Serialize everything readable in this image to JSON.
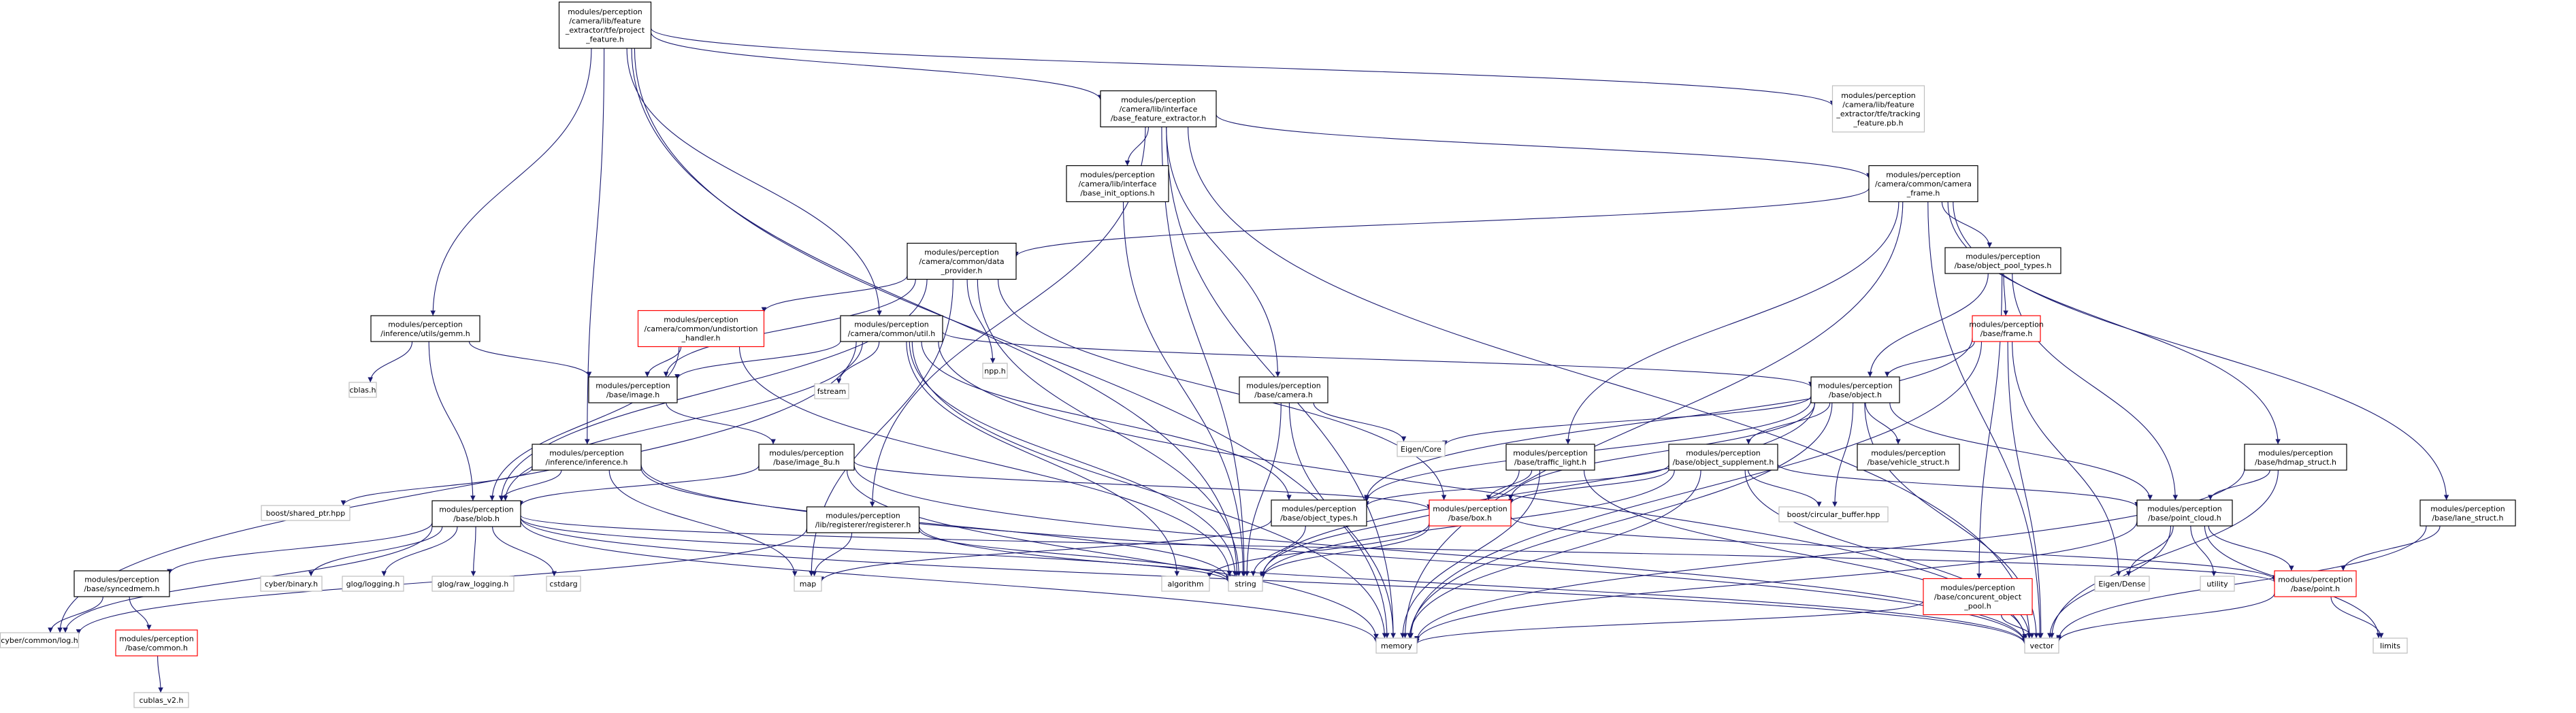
{
  "diagram": {
    "type": "include-dependency-graph",
    "colors": {
      "edge": "#191970",
      "root_fill": "#bfbfbf",
      "root_stroke": "#000000",
      "documented_stroke": "#000000",
      "external_stroke": "#bfbfbf",
      "truncated_stroke": "#ff0000",
      "external_text": "#444444"
    },
    "nodes": [
      {
        "id": "project_feature",
        "kind": "root",
        "lines": [
          "modules/perception",
          "/camera/lib/feature",
          "_extractor/tfe/project",
          "_feature.h"
        ]
      },
      {
        "id": "tracking_pb",
        "kind": "external",
        "lines": [
          "modules/perception",
          "/camera/lib/feature",
          "_extractor/tfe/tracking",
          "_feature.pb.h"
        ]
      },
      {
        "id": "base_feature_extractor",
        "kind": "documented",
        "lines": [
          "modules/perception",
          "/camera/lib/interface",
          "/base_feature_extractor.h"
        ]
      },
      {
        "id": "base_init_options",
        "kind": "documented",
        "lines": [
          "modules/perception",
          "/camera/lib/interface",
          "/base_init_options.h"
        ]
      },
      {
        "id": "camera_frame",
        "kind": "documented",
        "lines": [
          "modules/perception",
          "/camera/common/camera",
          "_frame.h"
        ]
      },
      {
        "id": "data_provider",
        "kind": "documented",
        "lines": [
          "modules/perception",
          "/camera/common/data",
          "_provider.h"
        ]
      },
      {
        "id": "object_pool_types",
        "kind": "documented",
        "lines": [
          "modules/perception",
          "/base/object_pool_types.h"
        ]
      },
      {
        "id": "gemm",
        "kind": "documented",
        "lines": [
          "modules/perception",
          "/inference/utils/gemm.h"
        ]
      },
      {
        "id": "undistortion_handler",
        "kind": "truncated",
        "lines": [
          "modules/perception",
          "/camera/common/undistortion",
          "_handler.h"
        ]
      },
      {
        "id": "npp",
        "kind": "external",
        "lines": [
          "npp.h"
        ]
      },
      {
        "id": "camera_util",
        "kind": "documented",
        "lines": [
          "modules/perception",
          "/camera/common/util.h"
        ]
      },
      {
        "id": "base_frame",
        "kind": "truncated",
        "lines": [
          "modules/perception",
          "/base/frame.h"
        ]
      },
      {
        "id": "cblas",
        "kind": "external",
        "lines": [
          "cblas.h"
        ]
      },
      {
        "id": "base_image",
        "kind": "documented",
        "lines": [
          "modules/perception",
          "/base/image.h"
        ]
      },
      {
        "id": "fstream",
        "kind": "external",
        "lines": [
          "fstream"
        ]
      },
      {
        "id": "base_camera",
        "kind": "documented",
        "lines": [
          "modules/perception",
          "/base/camera.h"
        ]
      },
      {
        "id": "base_object",
        "kind": "documented",
        "lines": [
          "modules/perception",
          "/base/object.h"
        ]
      },
      {
        "id": "eigen_core",
        "kind": "external",
        "lines": [
          "Eigen/Core"
        ]
      },
      {
        "id": "inference",
        "kind": "documented",
        "lines": [
          "modules/perception",
          "/inference/inference.h"
        ]
      },
      {
        "id": "image_8u",
        "kind": "documented",
        "lines": [
          "modules/perception",
          "/base/image_8u.h"
        ]
      },
      {
        "id": "traffic_light",
        "kind": "documented",
        "lines": [
          "modules/perception",
          "/base/traffic_light.h"
        ]
      },
      {
        "id": "object_supplement",
        "kind": "documented",
        "lines": [
          "modules/perception",
          "/base/object_supplement.h"
        ]
      },
      {
        "id": "vehicle_struct",
        "kind": "documented",
        "lines": [
          "modules/perception",
          "/base/vehicle_struct.h"
        ]
      },
      {
        "id": "hdmap_struct",
        "kind": "documented",
        "lines": [
          "modules/perception",
          "/base/hdmap_struct.h"
        ]
      },
      {
        "id": "lane_struct",
        "kind": "documented",
        "lines": [
          "modules/perception",
          "/base/lane_struct.h"
        ]
      },
      {
        "id": "boost_shared_ptr",
        "kind": "external",
        "lines": [
          "boost/shared_ptr.hpp"
        ]
      },
      {
        "id": "base_blob",
        "kind": "documented",
        "lines": [
          "modules/perception",
          "/base/blob.h"
        ]
      },
      {
        "id": "registerer",
        "kind": "documented",
        "lines": [
          "modules/perception",
          "/lib/registerer/registerer.h"
        ]
      },
      {
        "id": "object_types",
        "kind": "documented",
        "lines": [
          "modules/perception",
          "/base/object_types.h"
        ]
      },
      {
        "id": "base_box",
        "kind": "truncated",
        "lines": [
          "modules/perception",
          "/base/box.h"
        ]
      },
      {
        "id": "circular_buffer",
        "kind": "external",
        "lines": [
          "boost/circular_buffer.hpp"
        ]
      },
      {
        "id": "point_cloud",
        "kind": "documented",
        "lines": [
          "modules/perception",
          "/base/point_cloud.h"
        ]
      },
      {
        "id": "syncedmem",
        "kind": "documented",
        "lines": [
          "modules/perception",
          "/base/syncedmem.h"
        ]
      },
      {
        "id": "cyber_binary",
        "kind": "external",
        "lines": [
          "cyber/binary.h"
        ]
      },
      {
        "id": "glog_logging",
        "kind": "external",
        "lines": [
          "glog/logging.h"
        ]
      },
      {
        "id": "glog_raw_logging",
        "kind": "external",
        "lines": [
          "glog/raw_logging.h"
        ]
      },
      {
        "id": "cstdarg",
        "kind": "external",
        "lines": [
          "cstdarg"
        ]
      },
      {
        "id": "map",
        "kind": "external",
        "lines": [
          "map"
        ]
      },
      {
        "id": "algorithm",
        "kind": "external",
        "lines": [
          "algorithm"
        ]
      },
      {
        "id": "string",
        "kind": "external",
        "lines": [
          "string"
        ]
      },
      {
        "id": "eigen_dense",
        "kind": "external",
        "lines": [
          "Eigen/Dense"
        ]
      },
      {
        "id": "utility",
        "kind": "external",
        "lines": [
          "utility"
        ]
      },
      {
        "id": "base_point",
        "kind": "truncated",
        "lines": [
          "modules/perception",
          "/base/point.h"
        ]
      },
      {
        "id": "concurrent_object_pool",
        "kind": "truncated",
        "lines": [
          "modules/perception",
          "/base/concurent_object",
          "_pool.h"
        ]
      },
      {
        "id": "cyber_log",
        "kind": "external",
        "lines": [
          "cyber/common/log.h"
        ]
      },
      {
        "id": "base_common",
        "kind": "truncated",
        "lines": [
          "modules/perception",
          "/base/common.h"
        ]
      },
      {
        "id": "memory",
        "kind": "external",
        "lines": [
          "memory"
        ]
      },
      {
        "id": "vector",
        "kind": "external",
        "lines": [
          "vector"
        ]
      },
      {
        "id": "limits",
        "kind": "external",
        "lines": [
          "limits"
        ]
      },
      {
        "id": "cublas_v2",
        "kind": "external",
        "lines": [
          "cublas_v2.h"
        ]
      }
    ],
    "edges": [
      [
        "project_feature",
        "tracking_pb"
      ],
      [
        "project_feature",
        "base_feature_extractor"
      ],
      [
        "project_feature",
        "gemm"
      ],
      [
        "project_feature",
        "camera_util"
      ],
      [
        "project_feature",
        "inference"
      ],
      [
        "project_feature",
        "memory"
      ],
      [
        "project_feature",
        "string"
      ],
      [
        "base_feature_extractor",
        "base_init_options"
      ],
      [
        "base_feature_extractor",
        "camera_frame"
      ],
      [
        "base_feature_extractor",
        "base_camera"
      ],
      [
        "base_feature_extractor",
        "registerer"
      ],
      [
        "base_feature_extractor",
        "string"
      ],
      [
        "base_feature_extractor",
        "memory"
      ],
      [
        "base_feature_extractor",
        "vector"
      ],
      [
        "base_init_options",
        "string"
      ],
      [
        "camera_frame",
        "data_provider"
      ],
      [
        "camera_frame",
        "object_pool_types"
      ],
      [
        "camera_frame",
        "traffic_light"
      ],
      [
        "camera_frame",
        "hdmap_struct"
      ],
      [
        "camera_frame",
        "lane_struct"
      ],
      [
        "camera_frame",
        "memory"
      ],
      [
        "camera_frame",
        "vector"
      ],
      [
        "data_provider",
        "undistortion_handler"
      ],
      [
        "data_provider",
        "npp"
      ],
      [
        "data_provider",
        "base_image"
      ],
      [
        "data_provider",
        "base_blob"
      ],
      [
        "data_provider",
        "base_box"
      ],
      [
        "data_provider",
        "map"
      ],
      [
        "data_provider",
        "string"
      ],
      [
        "object_pool_types",
        "base_frame"
      ],
      [
        "object_pool_types",
        "base_object"
      ],
      [
        "object_pool_types",
        "point_cloud"
      ],
      [
        "object_pool_types",
        "concurrent_object_pool"
      ],
      [
        "gemm",
        "cblas"
      ],
      [
        "gemm",
        "base_image"
      ],
      [
        "gemm",
        "base_blob"
      ],
      [
        "undistortion_handler",
        "base_image"
      ],
      [
        "undistortion_handler",
        "base_blob"
      ],
      [
        "undistortion_handler",
        "string"
      ],
      [
        "camera_util",
        "base_image"
      ],
      [
        "camera_util",
        "fstream"
      ],
      [
        "camera_util",
        "base_object"
      ],
      [
        "camera_util",
        "object_types"
      ],
      [
        "camera_util",
        "base_blob"
      ],
      [
        "camera_util",
        "cyber_log"
      ],
      [
        "camera_util",
        "algorithm"
      ],
      [
        "camera_util",
        "string"
      ],
      [
        "camera_util",
        "memory"
      ],
      [
        "camera_util",
        "vector"
      ],
      [
        "base_frame",
        "base_object"
      ],
      [
        "base_frame",
        "object_types"
      ],
      [
        "base_frame",
        "eigen_dense"
      ],
      [
        "base_frame",
        "memory"
      ],
      [
        "base_frame",
        "vector"
      ],
      [
        "base_image",
        "image_8u"
      ],
      [
        "base_camera",
        "eigen_core"
      ],
      [
        "base_camera",
        "string"
      ],
      [
        "base_camera",
        "memory"
      ],
      [
        "base_object",
        "eigen_core"
      ],
      [
        "base_object",
        "vehicle_struct"
      ],
      [
        "base_object",
        "object_supplement"
      ],
      [
        "base_object",
        "object_types"
      ],
      [
        "base_object",
        "point_cloud"
      ],
      [
        "base_object",
        "circular_buffer"
      ],
      [
        "base_object",
        "base_box"
      ],
      [
        "base_object",
        "string"
      ],
      [
        "base_object",
        "memory"
      ],
      [
        "base_object",
        "vector"
      ],
      [
        "inference",
        "boost_shared_ptr"
      ],
      [
        "inference",
        "base_blob"
      ],
      [
        "inference",
        "map"
      ],
      [
        "inference",
        "string"
      ],
      [
        "inference",
        "vector"
      ],
      [
        "image_8u",
        "base_box"
      ],
      [
        "image_8u",
        "base_blob"
      ],
      [
        "image_8u",
        "memory"
      ],
      [
        "image_8u",
        "vector"
      ],
      [
        "traffic_light",
        "base_box"
      ],
      [
        "traffic_light",
        "string"
      ],
      [
        "traffic_light",
        "memory"
      ],
      [
        "traffic_light",
        "vector"
      ],
      [
        "object_supplement",
        "object_types"
      ],
      [
        "object_supplement",
        "base_box"
      ],
      [
        "object_supplement",
        "point_cloud"
      ],
      [
        "object_supplement",
        "circular_buffer"
      ],
      [
        "object_supplement",
        "string"
      ],
      [
        "object_supplement",
        "memory"
      ],
      [
        "object_supplement",
        "vector"
      ],
      [
        "hdmap_struct",
        "point_cloud"
      ],
      [
        "hdmap_struct",
        "memory"
      ],
      [
        "hdmap_struct",
        "vector"
      ],
      [
        "lane_struct",
        "base_point"
      ],
      [
        "lane_struct",
        "vector"
      ],
      [
        "base_blob",
        "syncedmem"
      ],
      [
        "base_blob",
        "cyber_binary"
      ],
      [
        "base_blob",
        "glog_logging"
      ],
      [
        "base_blob",
        "glog_raw_logging"
      ],
      [
        "base_blob",
        "cstdarg"
      ],
      [
        "base_blob",
        "cyber_log"
      ],
      [
        "base_blob",
        "string"
      ],
      [
        "base_blob",
        "memory"
      ],
      [
        "base_blob",
        "vector"
      ],
      [
        "base_blob",
        "base_point"
      ],
      [
        "registerer",
        "map"
      ],
      [
        "registerer",
        "string"
      ],
      [
        "registerer",
        "vector"
      ],
      [
        "registerer",
        "cyber_log"
      ],
      [
        "object_types",
        "map"
      ],
      [
        "object_types",
        "string"
      ],
      [
        "base_box",
        "algorithm"
      ],
      [
        "base_box",
        "string"
      ],
      [
        "base_box",
        "base_point"
      ],
      [
        "point_cloud",
        "base_point"
      ],
      [
        "point_cloud",
        "eigen_dense"
      ],
      [
        "point_cloud",
        "utility"
      ],
      [
        "point_cloud",
        "limits"
      ],
      [
        "point_cloud",
        "memory"
      ],
      [
        "point_cloud",
        "vector"
      ],
      [
        "syncedmem",
        "base_common"
      ],
      [
        "syncedmem",
        "cyber_log"
      ],
      [
        "base_point",
        "limits"
      ],
      [
        "base_point",
        "vector"
      ],
      [
        "concurrent_object_pool",
        "memory"
      ],
      [
        "concurrent_object_pool",
        "vector"
      ],
      [
        "base_common",
        "cublas_v2"
      ]
    ]
  }
}
